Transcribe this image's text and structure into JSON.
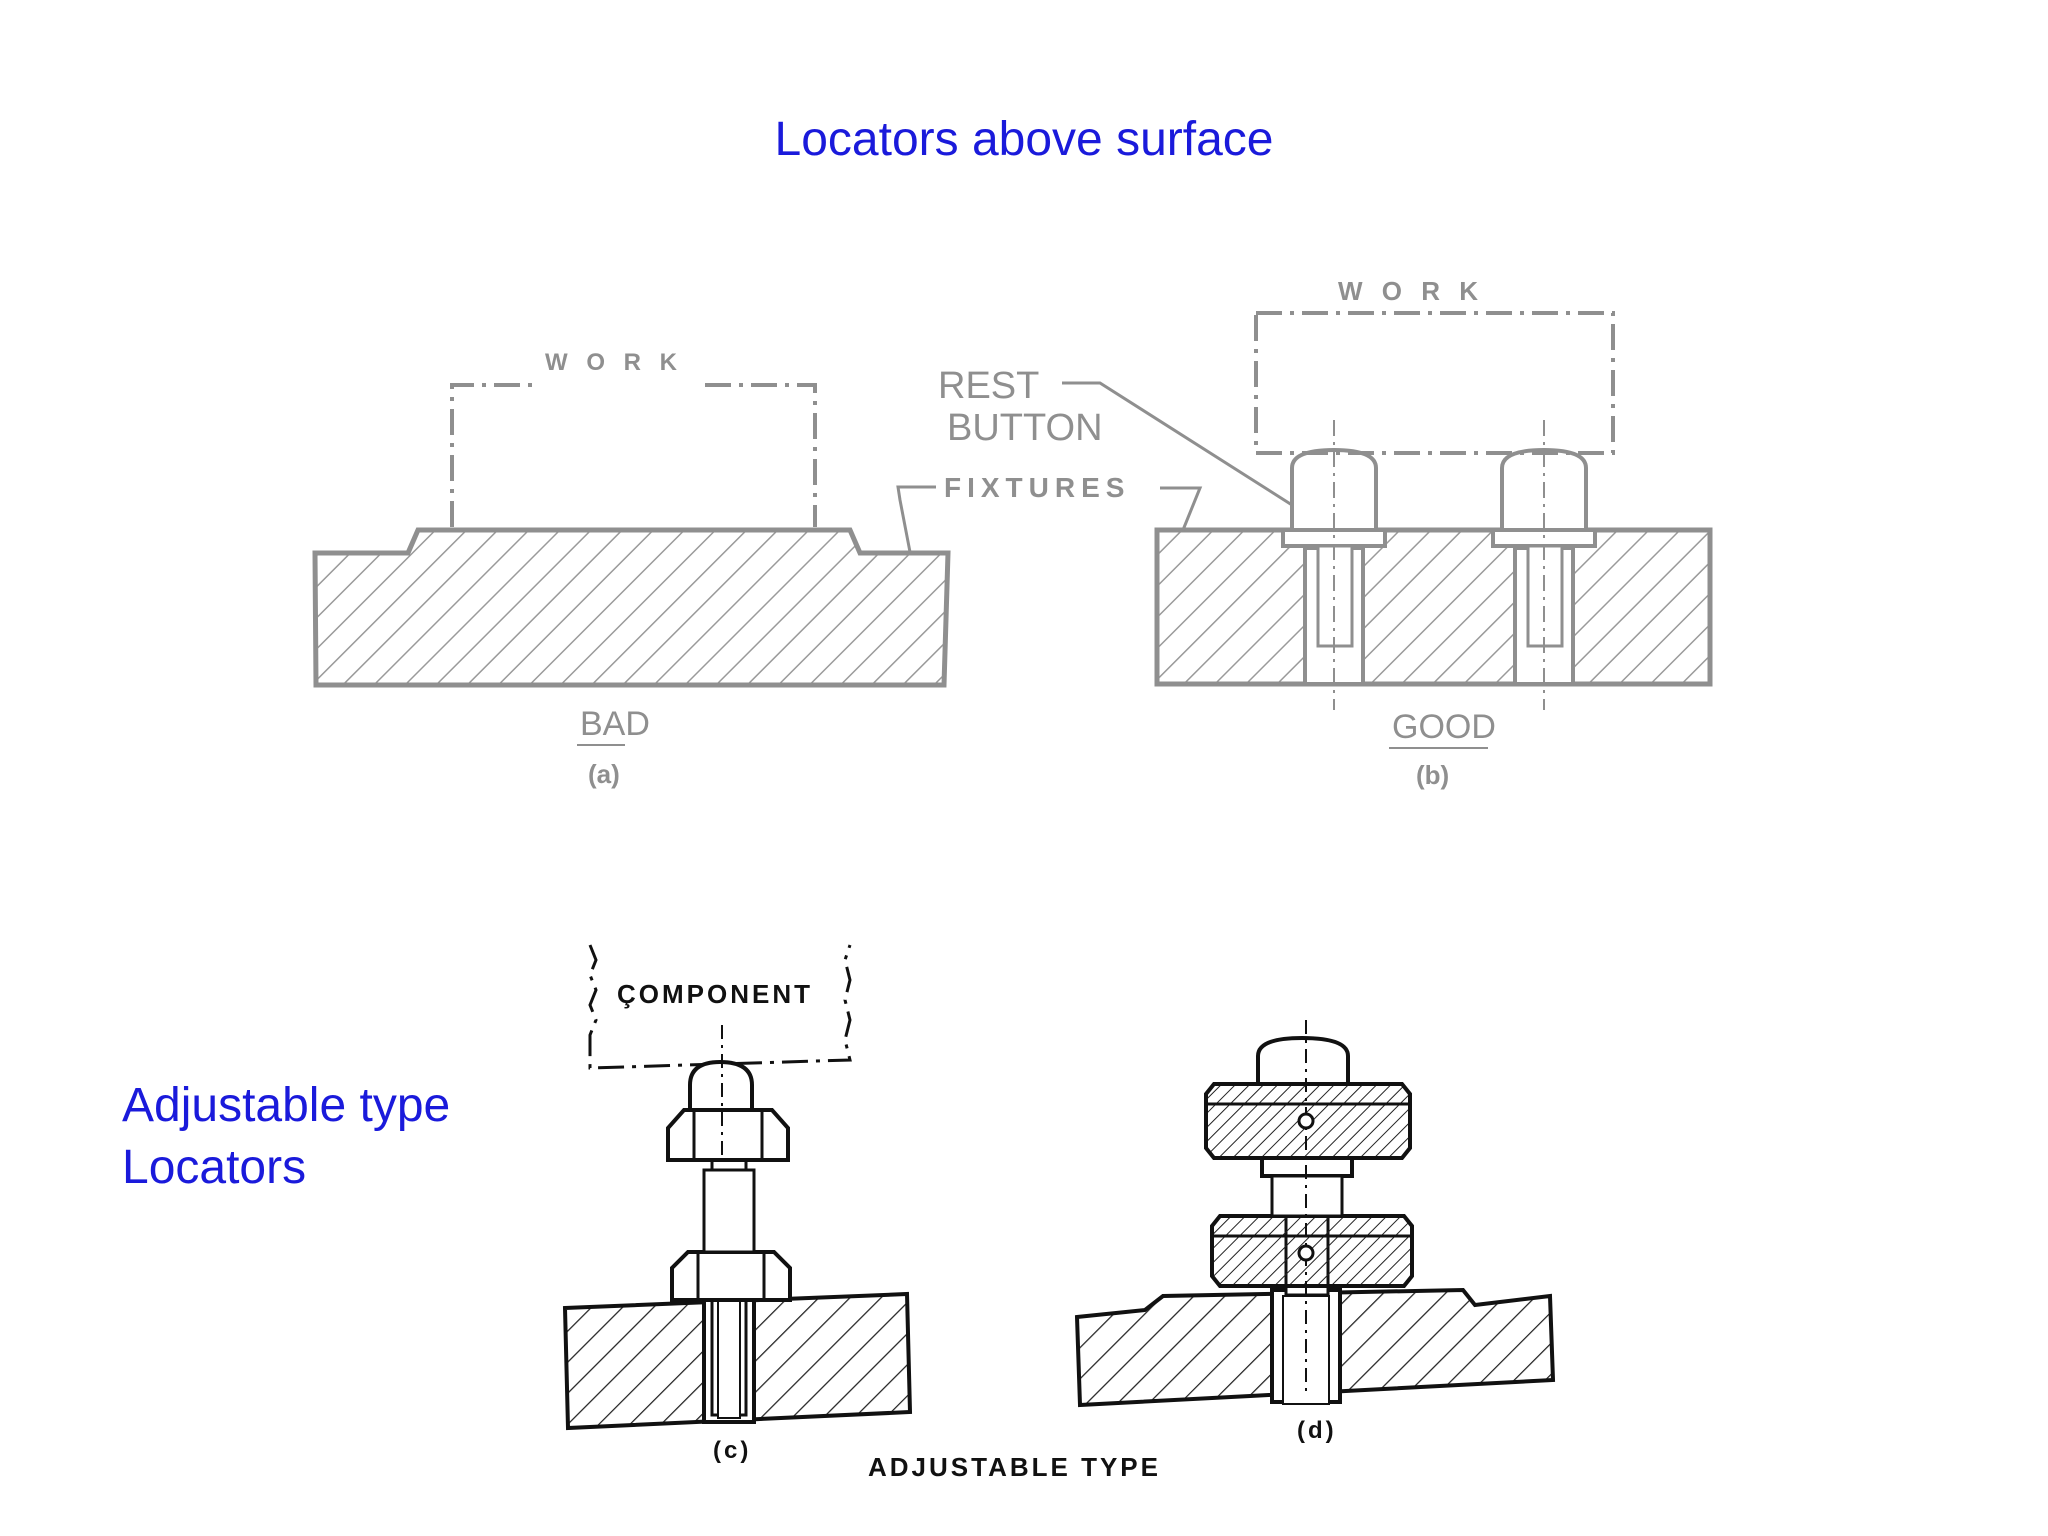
{
  "slide": {
    "title": "Locators above surface",
    "side_heading": [
      "Adjustable type",
      "Locators"
    ]
  },
  "top_figures": {
    "bad": {
      "work_label": "W O R K",
      "caption": "BAD",
      "sublabel": "(a)"
    },
    "good": {
      "work_label": "W O R K",
      "caption": "GOOD",
      "sublabel": "(b)"
    },
    "callouts": {
      "rest_button_line1": "REST",
      "rest_button_line2": "BUTTON",
      "fixtures": "FIXTURES"
    }
  },
  "bottom_figures": {
    "c": {
      "component_label": "ÇOMPONENT",
      "sublabel": "(c)"
    },
    "d": {
      "sublabel": "(d)"
    },
    "caption": "ADJUSTABLE TYPE"
  },
  "colors": {
    "title": "#1a1adb",
    "scan_grey": "#8f8f8f",
    "ink_black": "#111111"
  }
}
